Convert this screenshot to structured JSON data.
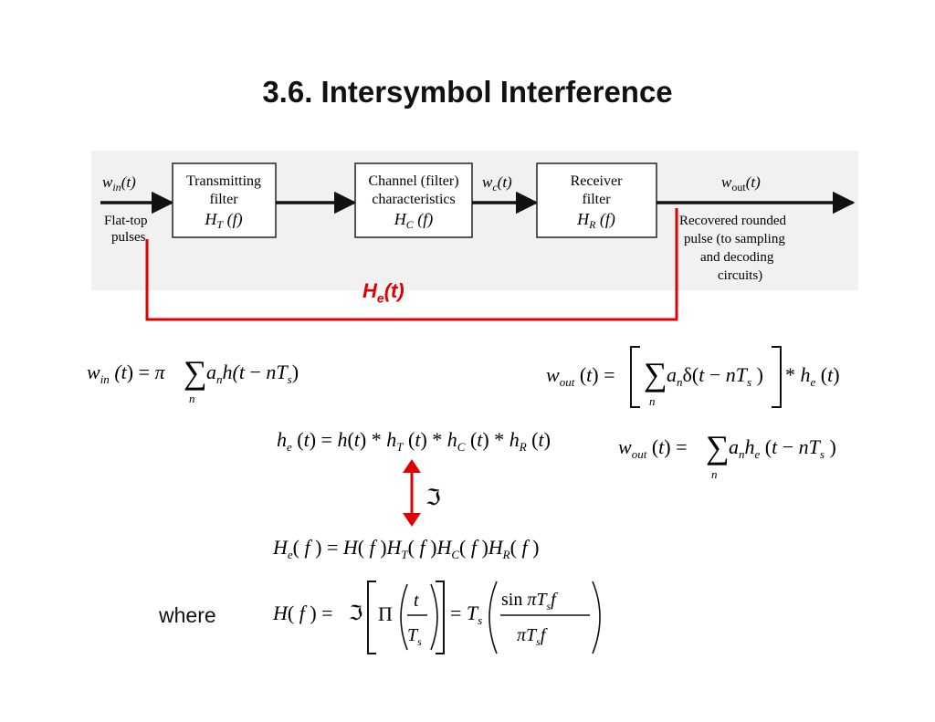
{
  "slide": {
    "title": "3.6. Intersymbol Interference"
  },
  "diagram": {
    "input_signal": "w_in(t)",
    "input_caption": [
      "Flat-top",
      "pulses"
    ],
    "blocks": [
      {
        "lines": [
          "Transmitting",
          "filter"
        ],
        "func": "H_T(f)"
      },
      {
        "lines": [
          "Channel (filter)",
          "characteristics"
        ],
        "func": "H_C(f)"
      },
      {
        "lines": [
          "Receiver",
          "filter"
        ],
        "func": "H_R(f)"
      }
    ],
    "mid_signal": "w_c(t)",
    "output_signal": "w_out(t)",
    "output_caption": [
      "Recovered rounded",
      "pulse (to sampling",
      "and decoding",
      "circuits)"
    ],
    "equivalent_label": "H_e(t)",
    "colors": {
      "highlight": "#e00000",
      "diagram_bg": "#f1f1f1"
    }
  },
  "equations": {
    "w_in": "w_in(t) = π Σ_n a_n h(t − nT_s)",
    "w_out_conv": "w_out(t) = [ Σ_n a_n δ(t − nT_s) ] * h_e(t)",
    "h_e": "h_e(t) = h(t) * h_T(t) * h_C(t) * h_R(t)",
    "w_out_sum": "w_out(t) = Σ_n a_n h_e(t − nT_s)",
    "fourier_symbol": "ℑ",
    "H_e": "H_e(f) = H(f) H_T(f) H_C(f) H_R(f)",
    "where_label": "where",
    "H_def": "H(f) = ℑ[ Π(t/T_s) ] = T_s ( sin πT_s f / πT_s f )"
  }
}
